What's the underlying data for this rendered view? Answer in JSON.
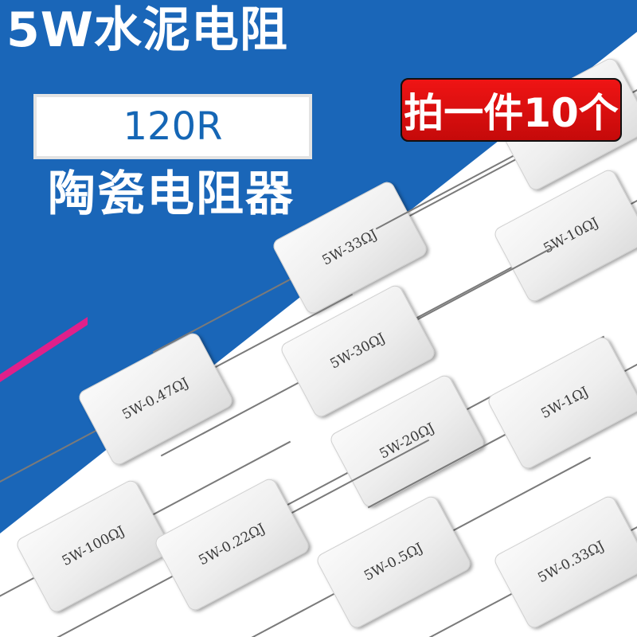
{
  "title": "5W水泥电阻",
  "value": "120R",
  "subtitle": "陶瓷电阻器",
  "badge": "拍一件10个",
  "colors": {
    "background_blue": "#1a66b8",
    "badge_red": "#e01010",
    "value_text": "#1566b5",
    "accent_stripe": "#e0208a"
  },
  "resistors": [
    {
      "marking": "5W-33ΩJ"
    },
    {
      "marking": "5W-10ΩJ"
    },
    {
      "marking": "5W-30ΩJ"
    },
    {
      "marking": "5W-0.47ΩJ"
    },
    {
      "marking": "5W-20ΩJ"
    },
    {
      "marking": "5W-1ΩJ"
    },
    {
      "marking": "5W-100ΩJ"
    },
    {
      "marking": "5W-0.22ΩJ"
    },
    {
      "marking": "5W-0.5ΩJ"
    },
    {
      "marking": "5W-0.33ΩJ"
    },
    {
      "marking": ""
    }
  ]
}
